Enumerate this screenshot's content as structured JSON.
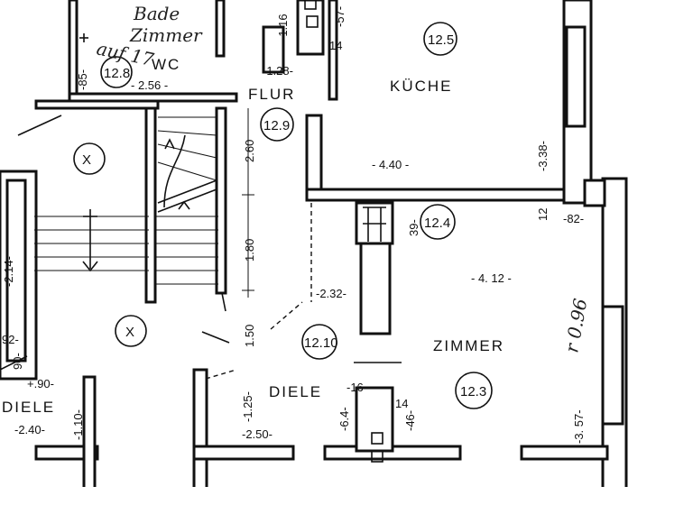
{
  "rooms": {
    "kueche": "KÜCHE",
    "zimmer": "ZIMMER",
    "diele": "DIELE",
    "diele_left": "DIELE",
    "wc": "WC",
    "flur": "FLUR"
  },
  "room_numbers": {
    "kueche": "12.5",
    "wc": "12.8",
    "flur": "12.9",
    "zimmer_top": "12.4",
    "zimmer": "12.3",
    "diele": "12.10"
  },
  "stair_marks": [
    "X",
    "X"
  ],
  "dimensions": {
    "kueche_width": "- 4.40 -",
    "kueche_depth": "-3.38-",
    "zimmer_width": "- 4. 12 -",
    "zimmer_depth": "-3. 57-",
    "zimmer_handwritten": "r 0.96",
    "flur_len_1": "2.60",
    "flur_len_2": "1.80",
    "flur_len_3": "1.50",
    "diele_width": "-2.50-",
    "diele_depth": "-1.25-",
    "wc_width": "- 2.56 -",
    "wc_depth": "-85-",
    "corr_width": "-2.32-",
    "small_1": "-1.28-",
    "small_2": "-1.16",
    "small_3": "-57-",
    "small_4": "14",
    "small_5": "12",
    "small_6": "-82-",
    "small_7": "39-",
    "small_8": "-16",
    "small_9": "14",
    "small_10": "-6.4-",
    "small_11": "-46-",
    "left_1": "-2.14-",
    "left_2": "92-",
    "left_3": "90-",
    "left_4": "+.90-",
    "left_5": "-1.10-",
    "left_6": "-2.40-"
  },
  "handwriting": {
    "bad_1": "Bade",
    "bad_2": "Zimmer",
    "note": "auf 17"
  }
}
